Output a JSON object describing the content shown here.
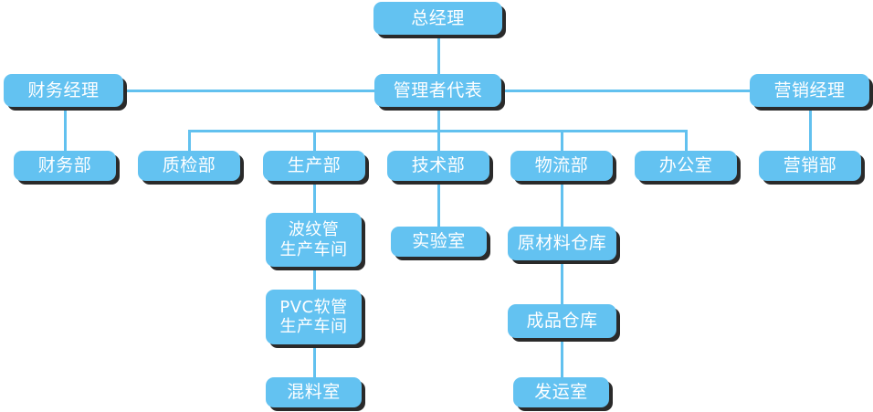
{
  "chart_data": {
    "type": "diagram",
    "title": "",
    "subtype": "organization-chart",
    "orientation": "top-down",
    "colors": {
      "node_fill": "#63c2f1",
      "node_text": "#ffffff",
      "node_shadow": "#2a2a2a",
      "connector": "#62c1ef",
      "background": "#ffffff"
    },
    "nodes": [
      {
        "id": "general-manager",
        "label": "总经理",
        "level": 0,
        "parent": null
      },
      {
        "id": "finance-manager",
        "label": "财务经理",
        "level": 1,
        "parent": "management-representative"
      },
      {
        "id": "management-representative",
        "label": "管理者代表",
        "level": 1,
        "parent": "general-manager"
      },
      {
        "id": "marketing-manager",
        "label": "营销经理",
        "level": 1,
        "parent": "management-representative"
      },
      {
        "id": "finance-department",
        "label": "财务部",
        "level": 2,
        "parent": "finance-manager"
      },
      {
        "id": "quality-inspection",
        "label": "质检部",
        "level": 2,
        "parent": "management-representative"
      },
      {
        "id": "production-department",
        "label": "生产部",
        "level": 2,
        "parent": "management-representative"
      },
      {
        "id": "technology-department",
        "label": "技术部",
        "level": 2,
        "parent": "management-representative"
      },
      {
        "id": "logistics-department",
        "label": "物流部",
        "level": 2,
        "parent": "management-representative"
      },
      {
        "id": "office",
        "label": "办公室",
        "level": 2,
        "parent": "management-representative"
      },
      {
        "id": "marketing-department",
        "label": "营销部",
        "level": 2,
        "parent": "marketing-manager"
      },
      {
        "id": "corrugated-pipe-workshop",
        "label": "波纹管\n生产车间",
        "level": 3,
        "parent": "production-department"
      },
      {
        "id": "pvc-hose-workshop",
        "label": "PVC软管\n生产车间",
        "level": 4,
        "parent": "corrugated-pipe-workshop"
      },
      {
        "id": "mixing-room",
        "label": "混料室",
        "level": 5,
        "parent": "pvc-hose-workshop"
      },
      {
        "id": "laboratory",
        "label": "实验室",
        "level": 3,
        "parent": "technology-department"
      },
      {
        "id": "raw-material-warehouse",
        "label": "原材料仓库",
        "level": 3,
        "parent": "logistics-department"
      },
      {
        "id": "finished-goods-warehouse",
        "label": "成品仓库",
        "level": 4,
        "parent": "raw-material-warehouse"
      },
      {
        "id": "shipping-room",
        "label": "发运室",
        "level": 5,
        "parent": "finished-goods-warehouse"
      }
    ]
  },
  "nodes": {
    "general_manager": "总经理",
    "finance_manager": "财务经理",
    "management_representative": "管理者代表",
    "marketing_manager": "营销经理",
    "finance_department": "财务部",
    "quality_inspection_department": "质检部",
    "production_department": "生产部",
    "technology_department": "技术部",
    "logistics_department": "物流部",
    "office": "办公室",
    "marketing_department": "营销部",
    "corrugated_pipe_workshop": "波纹管\n生产车间",
    "pvc_hose_workshop": "PVC软管\n生产车间",
    "mixing_room": "混料室",
    "laboratory": "实验室",
    "raw_material_warehouse": "原材料仓库",
    "finished_goods_warehouse": "成品仓库",
    "shipping_room": "发运室"
  }
}
